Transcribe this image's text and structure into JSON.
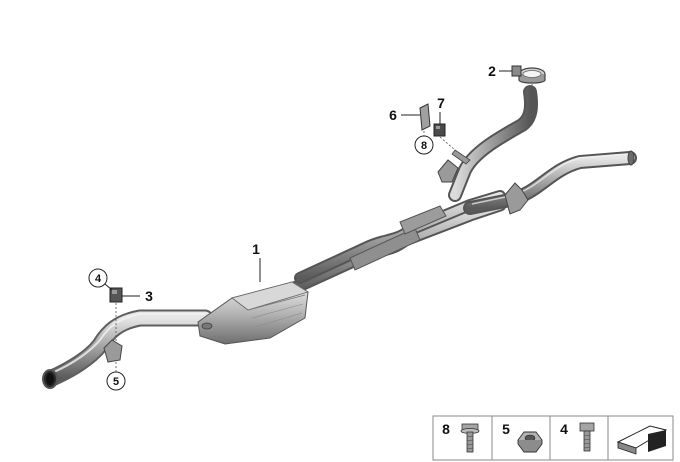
{
  "callouts": {
    "c1": "1",
    "c2": "2",
    "c3": "3",
    "c4": "4",
    "c5": "5",
    "c6": "6",
    "c7": "7",
    "c8": "8"
  },
  "legend": {
    "items": [
      {
        "number": "8",
        "part": "bolt-with-washer"
      },
      {
        "number": "5",
        "part": "hex-nut"
      },
      {
        "number": "4",
        "part": "bolt"
      }
    ]
  }
}
